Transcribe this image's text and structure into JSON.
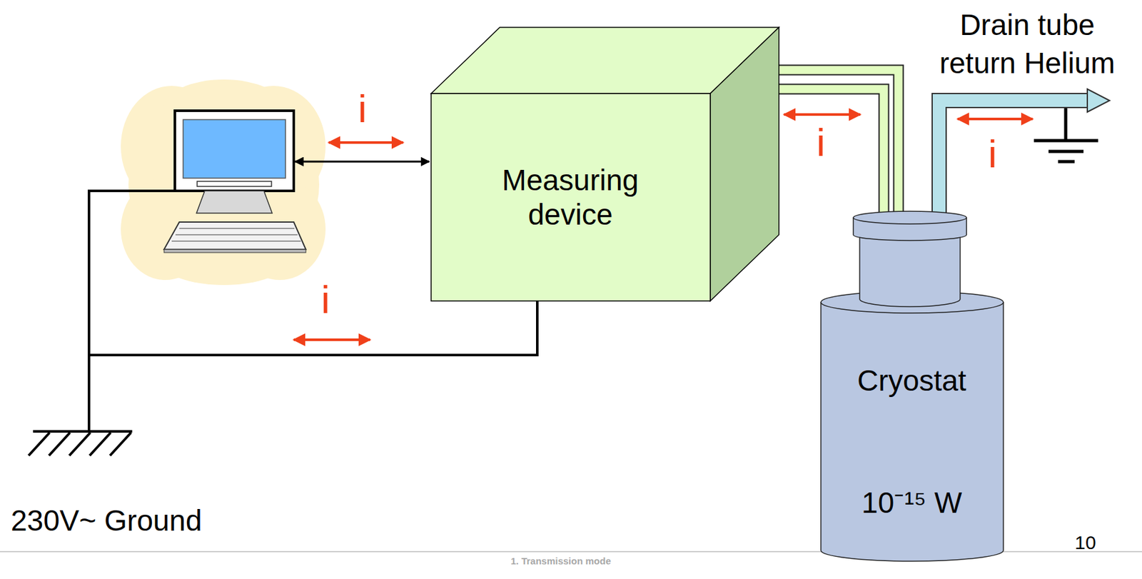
{
  "diagram": {
    "nodes": [
      {
        "text": [
          "Measuring device"
        ]
      },
      {
        "text": [
          "Cryostat",
          "10⁻¹⁵ W"
        ]
      }
    ],
    "edges": [
      {
        "from": 0,
        "to": 1,
        "arrow": "none"
      },
      {
        "from": 0,
        "to": 1,
        "arrow": "none"
      }
    ],
    "labels": [
      "i",
      "i",
      "i",
      "i",
      "Drain tube return Helium",
      "230V~ Ground",
      "10",
      "1. Transmission mode"
    ]
  }
}
